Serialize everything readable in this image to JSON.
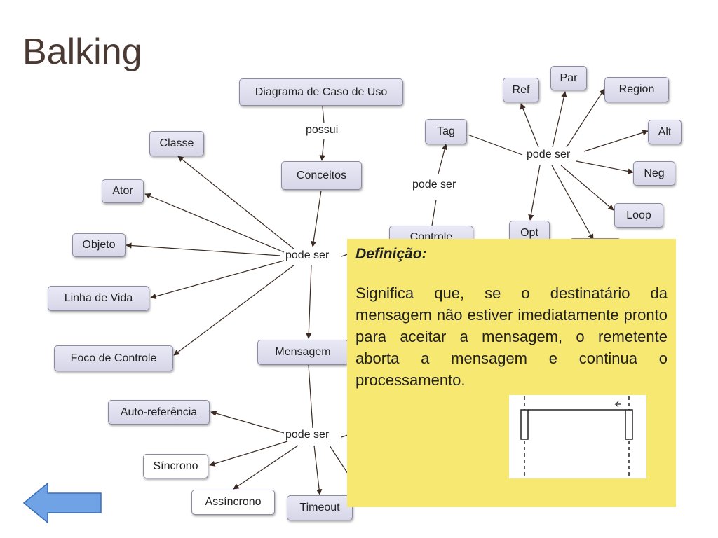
{
  "slide": {
    "title": "Balking"
  },
  "nodes": {
    "diagrama_caso_uso": "Diagrama de Caso de Uso",
    "conceitos": "Conceitos",
    "classe": "Classe",
    "ator": "Ator",
    "objeto": "Objeto",
    "linha_de_vida": "Linha de Vida",
    "foco_de_controle": "Foco de Controle",
    "mensagem": "Mensagem",
    "auto_referencia": "Auto-referência",
    "sincrono": "Síncrono",
    "assincrono": "Assíncrono",
    "timeout": "Timeout",
    "tag": "Tag",
    "controle": "Controle",
    "ref": "Ref",
    "par": "Par",
    "region": "Region",
    "alt": "Alt",
    "neg": "Neg",
    "loop": "Loop",
    "opt": "Opt"
  },
  "edge_labels": {
    "possui": "possui",
    "pode_ser_main": "pode ser",
    "pode_ser_mensagem": "pode ser",
    "pode_ser_tag": "pode ser",
    "pode_ser_controle": "pode ser"
  },
  "popup": {
    "heading": "Definição:",
    "text": "Significa que, se o destinatário da mensagem não estiver imediatamente pronto para aceitar a mensagem, o remetente aborta a mensagem e continua o processamento."
  },
  "colors": {
    "popup_bg": "#f7e872",
    "node_bg": "#dcdcec",
    "arrow_fill": "#6fa3e6",
    "title": "#4b3a33"
  },
  "navigation": {
    "back_icon": "left-arrow-icon"
  }
}
